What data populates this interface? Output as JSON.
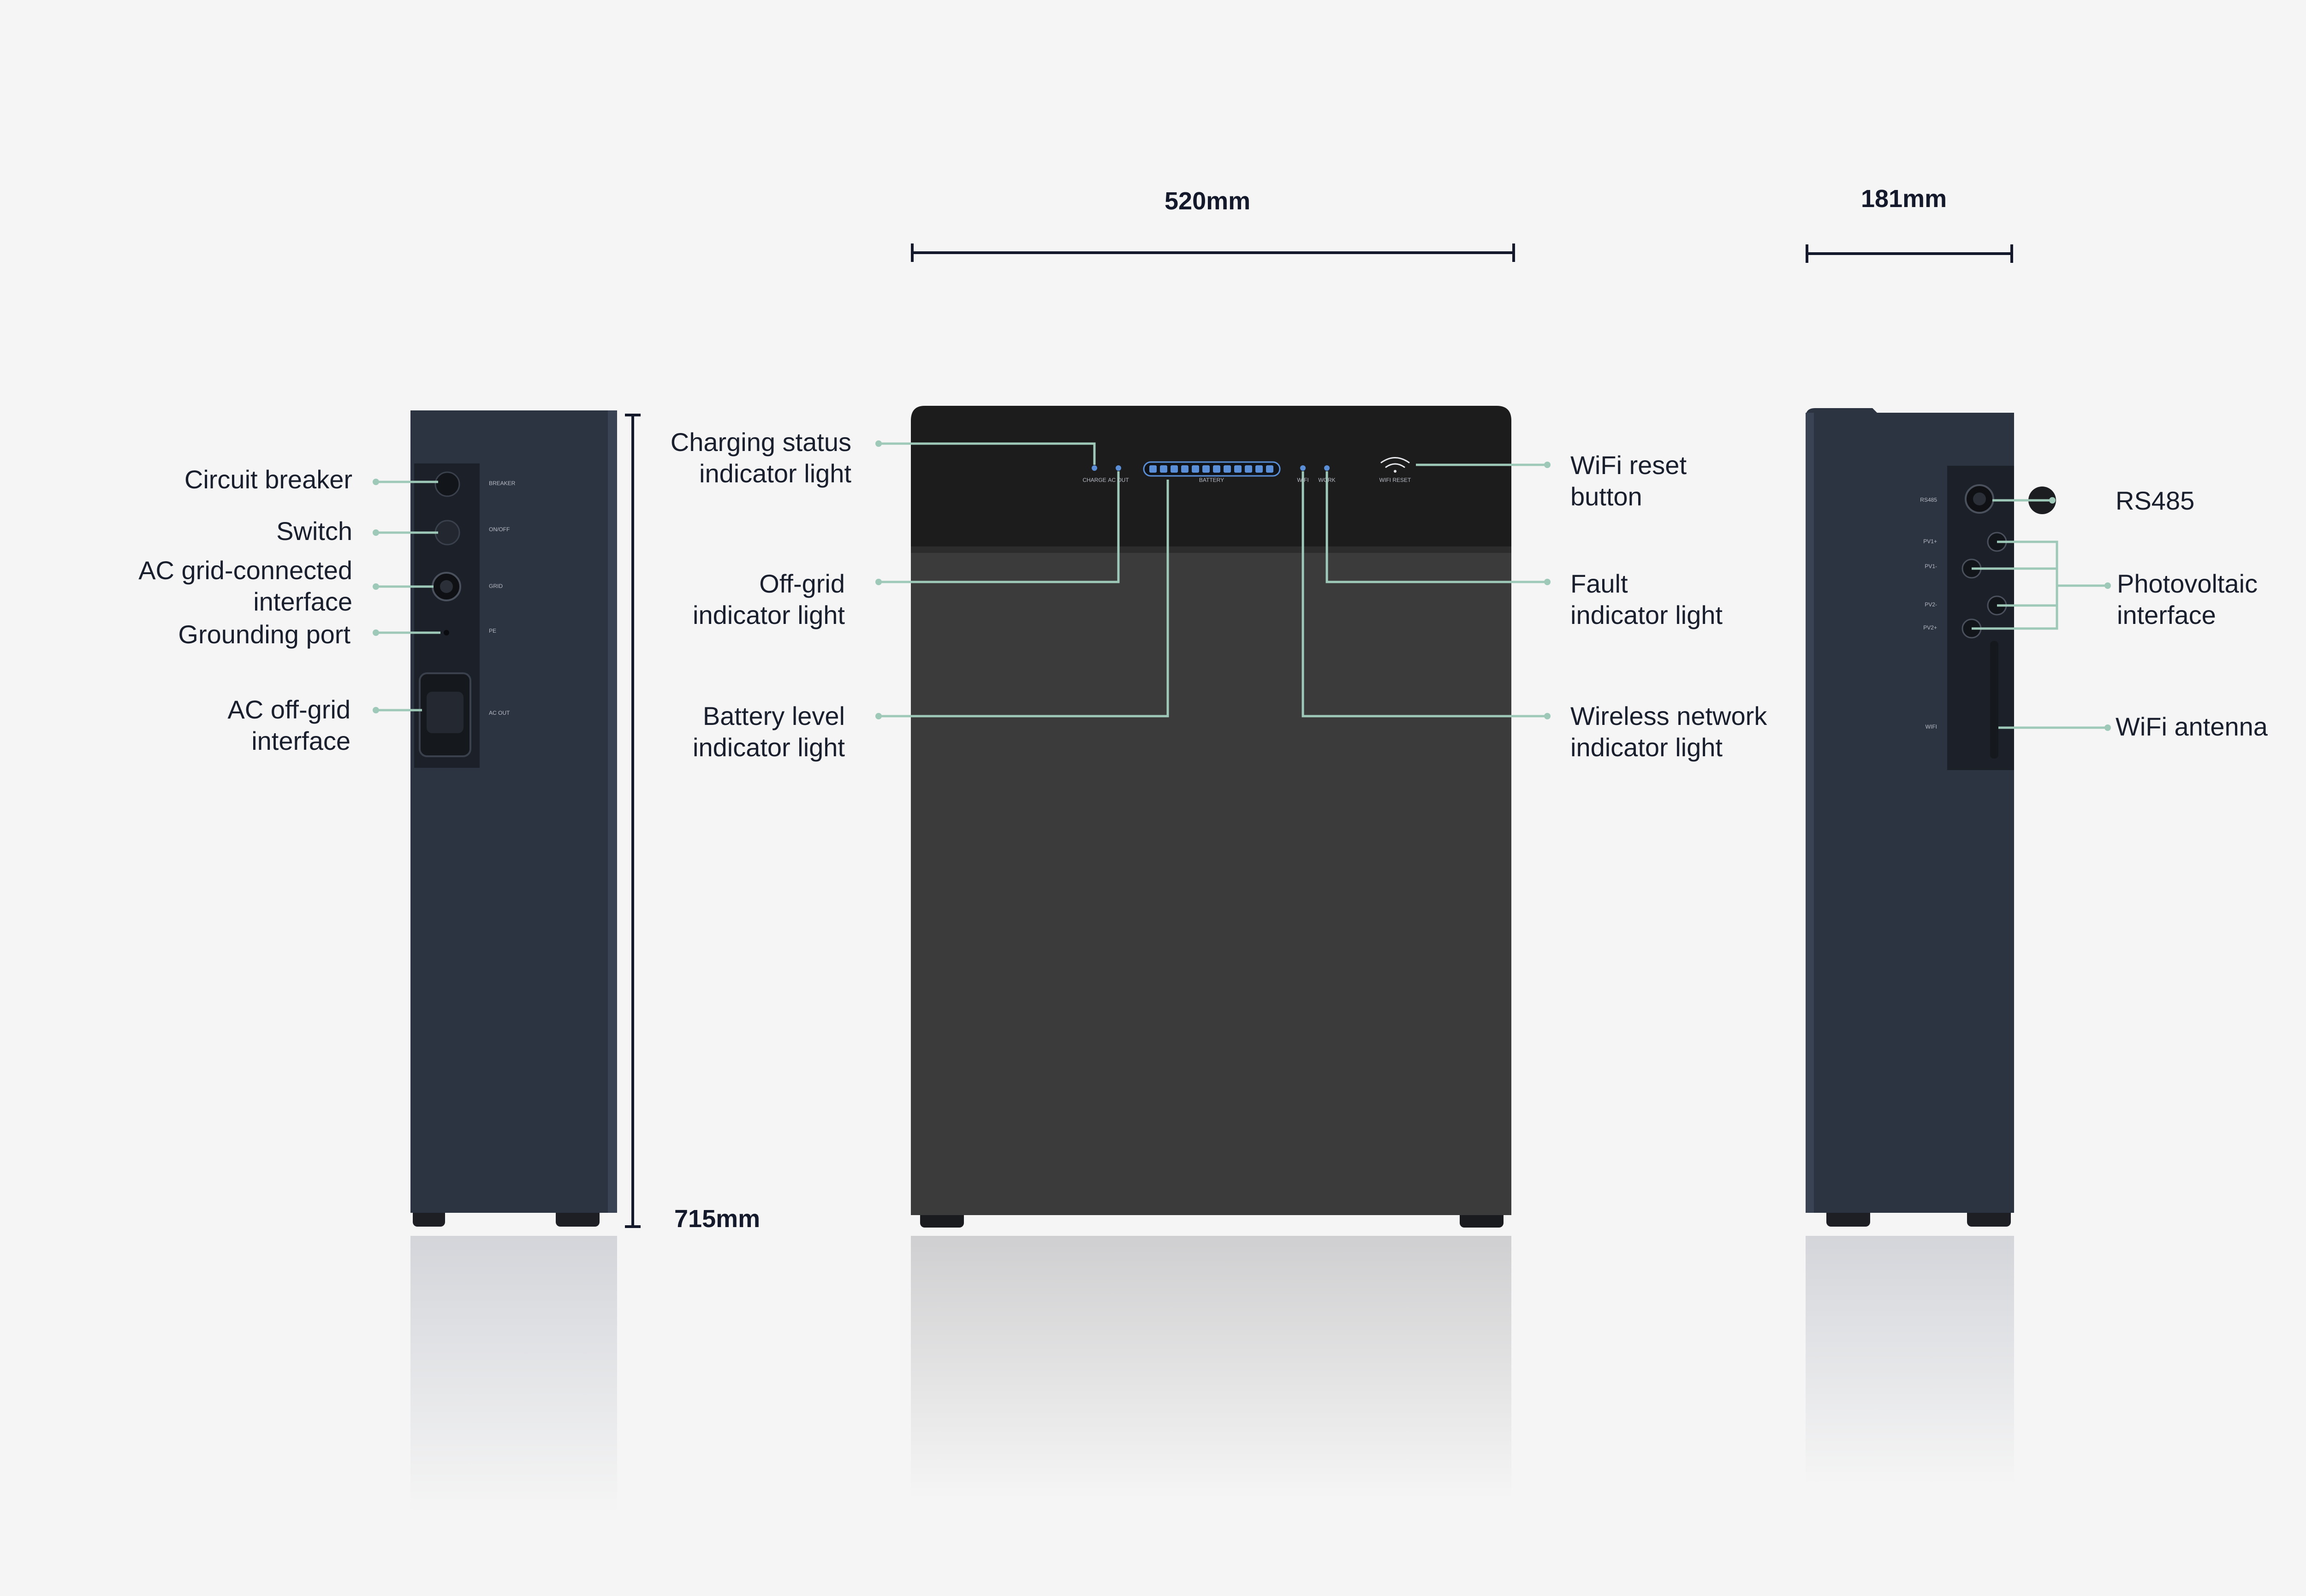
{
  "dimensions": {
    "width": "520mm",
    "depth": "181mm",
    "height": "715mm"
  },
  "left_side_callouts": [
    "Circuit breaker",
    "Switch",
    "AC grid-connected\ninterface",
    "Grounding port",
    "AC off-grid\ninterface"
  ],
  "front_left_callouts": [
    "Charging status\nindicator light",
    "Off-grid\nindicator light",
    "Battery level\nindicator light"
  ],
  "front_right_callouts": [
    "WiFi reset\nbutton",
    "Fault\nindicator light",
    "Wireless network\nindicator light"
  ],
  "right_side_callouts": [
    "RS485",
    "Photovoltaic\ninterface",
    "WiFi antenna"
  ],
  "left_panel_marks": [
    "BREAKER",
    "ON/OFF",
    "GRID",
    "PE",
    "AC OUT"
  ],
  "front_panel_marks": [
    "CHARGE",
    "AC OUT",
    "BATTERY",
    "WIFI",
    "WORK",
    "WIFI RESET"
  ],
  "right_panel_marks": [
    "RS485",
    "PV1+",
    "PV1-",
    "PV2-",
    "PV2+",
    "WIFI"
  ],
  "colors": {
    "background": "#f5f5f5",
    "body_navy": "#2c3441",
    "front_panel": "#1c1c1c",
    "front_lower": "#3b3b3b",
    "leader_line": "#9ec9b8",
    "dimension_line": "#141a2b",
    "label_text": "#1a1f2e",
    "indicator_blue": "#5a8fd8"
  }
}
